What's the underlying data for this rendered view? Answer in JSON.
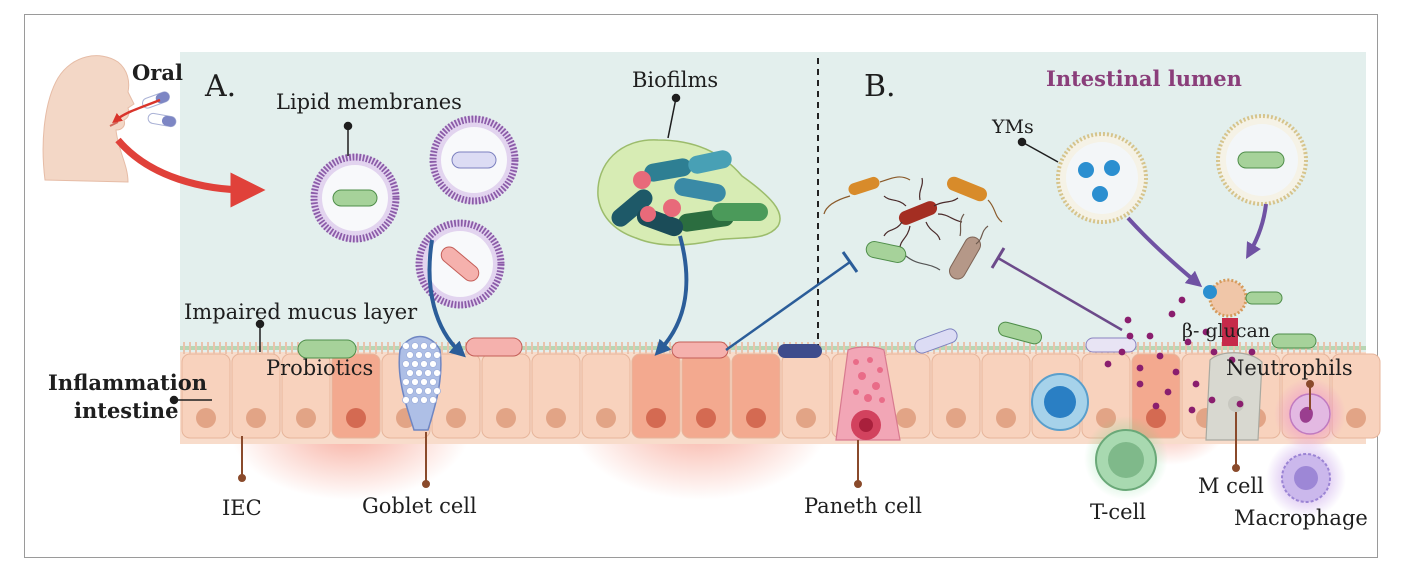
{
  "labels": {
    "oral": "Oral",
    "panel_a": "A.",
    "panel_b": "B.",
    "lipid_membranes": "Lipid membranes",
    "biofilms": "Biofilms",
    "intestinal_lumen": "Intestinal lumen",
    "yms": "YMs",
    "impaired_mucus_layer": "Impaired mucus layer",
    "probiotics": "Probiotics",
    "inflammation_line1": "Inflammation",
    "inflammation_line2": "intestine",
    "beta_glucan": "β- glucan",
    "neutrophils": "Neutrophils",
    "iec": "IEC",
    "goblet_cell": "Goblet cell",
    "paneth_cell": "Paneth cell",
    "t_cell": "T-cell",
    "m_cell": "M cell",
    "macrophage": "Macrophage"
  },
  "colors": {
    "lumen_bg": "#e3efed",
    "epithelium": "#f6cdb6",
    "inflamed": "#f07a5e",
    "membrane": "#8b5ca8",
    "arrow_red": "#d9342b",
    "arrow_blue": "#2b5d99",
    "arrow_purple": "#7052a3",
    "lumen_title": "#8a3e7a",
    "pointer_brown": "#8a4a2b"
  }
}
